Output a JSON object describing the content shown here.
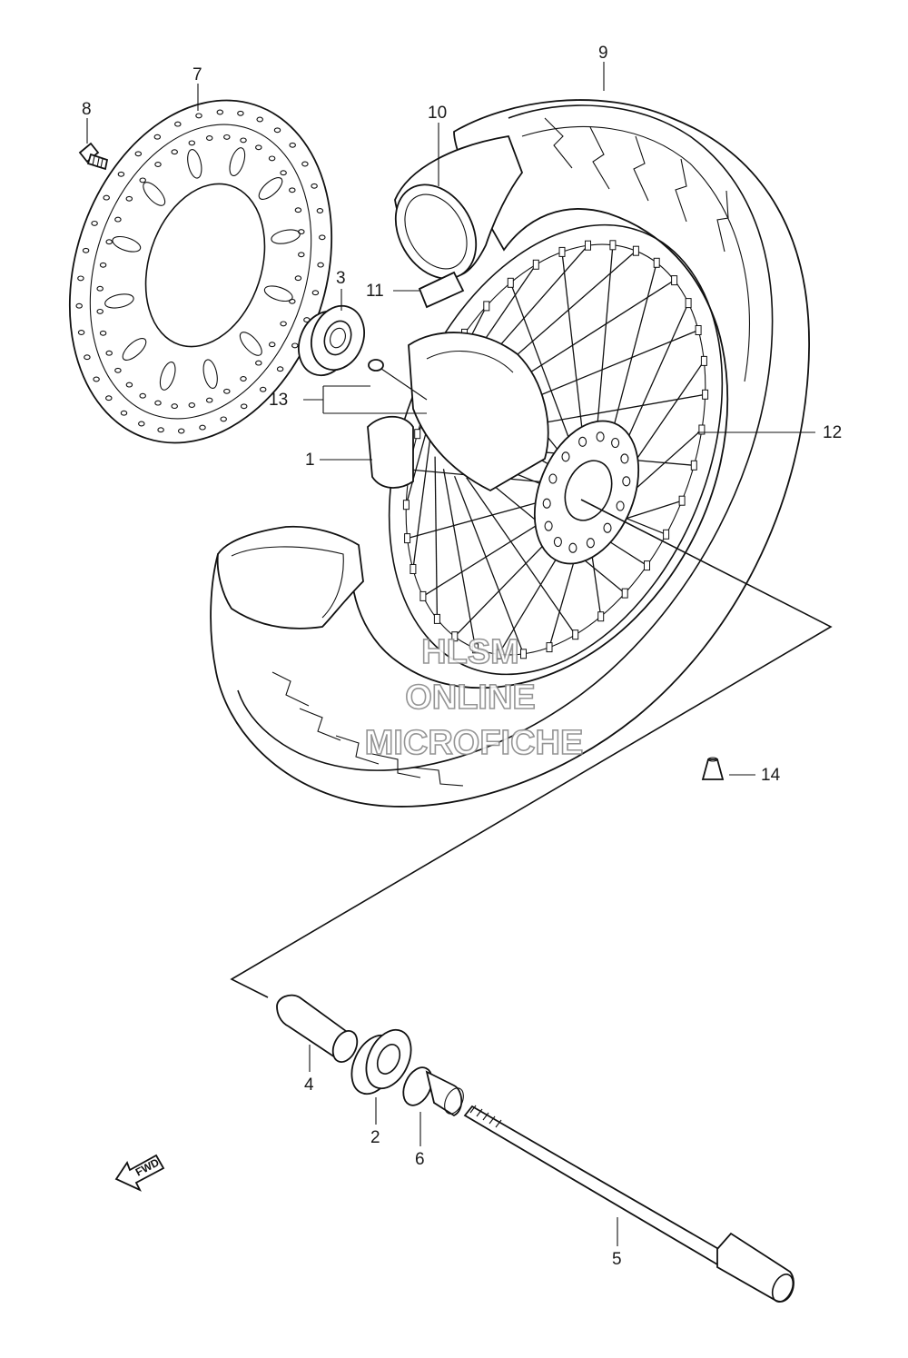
{
  "diagram": {
    "callouts": [
      {
        "id": "c1",
        "text": "1"
      },
      {
        "id": "c2",
        "text": "2"
      },
      {
        "id": "c3",
        "text": "3"
      },
      {
        "id": "c4",
        "text": "4"
      },
      {
        "id": "c5",
        "text": "5"
      },
      {
        "id": "c6",
        "text": "6"
      },
      {
        "id": "c7",
        "text": "7"
      },
      {
        "id": "c8",
        "text": "8"
      },
      {
        "id": "c9",
        "text": "9"
      },
      {
        "id": "c10",
        "text": "10"
      },
      {
        "id": "c11",
        "text": "11"
      },
      {
        "id": "c12",
        "text": "12"
      },
      {
        "id": "c13",
        "text": "13"
      },
      {
        "id": "c14",
        "text": "14"
      }
    ],
    "watermark": [
      "HLSM",
      "ONLINE",
      "MICROFICHE"
    ],
    "fwd_label": "FWD"
  }
}
